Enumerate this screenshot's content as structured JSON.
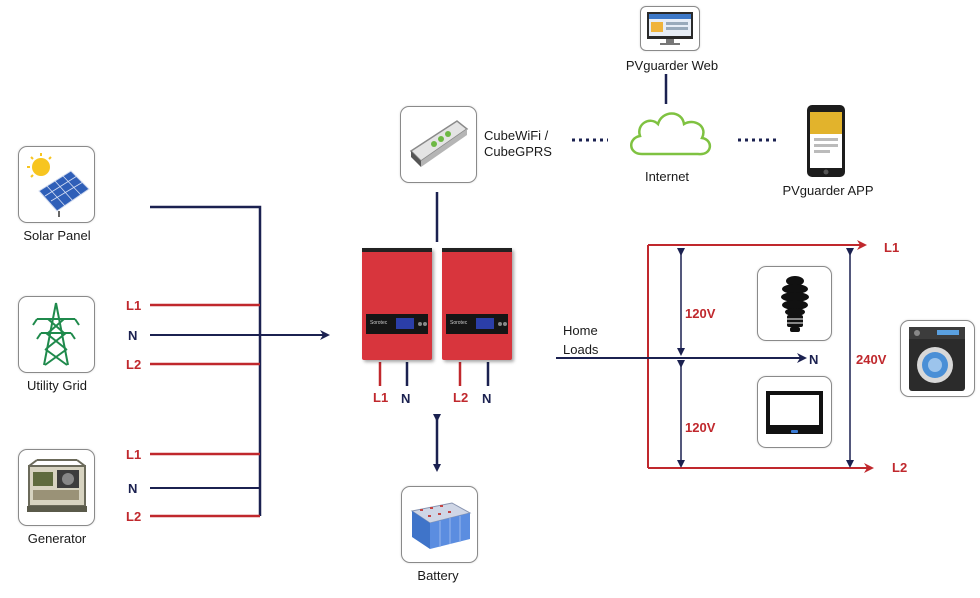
{
  "labels": {
    "solar_panel": "Solar Panel",
    "utility_grid": "Utility Grid",
    "generator": "Generator",
    "battery": "Battery",
    "cube_line1": "CubeWiFi /",
    "cube_line2": "CubeGPRS",
    "internet": "Internet",
    "pvguarder_web": "PVguarder Web",
    "pvguarder_app": "PVguarder APP",
    "home_loads_line1": "Home",
    "home_loads_line2": "Loads"
  },
  "terminals": {
    "grid_l1": "L1",
    "grid_n": "N",
    "grid_l2": "L2",
    "gen_l1": "L1",
    "gen_n": "N",
    "gen_l2": "L2",
    "inv1_l": "L1",
    "inv1_n": "N",
    "inv2_l": "L2",
    "inv2_n": "N",
    "out_l1": "L1",
    "out_n": "N",
    "out_l2": "L2"
  },
  "voltages": {
    "upper": "120V",
    "lower": "120V",
    "total": "240V"
  },
  "colors": {
    "navy": "#1b2150",
    "red": "#c0282d",
    "inverter": "#d8353d",
    "cloud": "#7fc241"
  },
  "icons": [
    "solar-panel-icon",
    "transmission-tower-icon",
    "generator-icon",
    "battery-icon",
    "wifi-dongle-icon",
    "cloud-icon",
    "monitor-icon",
    "smartphone-icon",
    "light-bulb-icon",
    "television-icon",
    "washing-machine-icon"
  ]
}
